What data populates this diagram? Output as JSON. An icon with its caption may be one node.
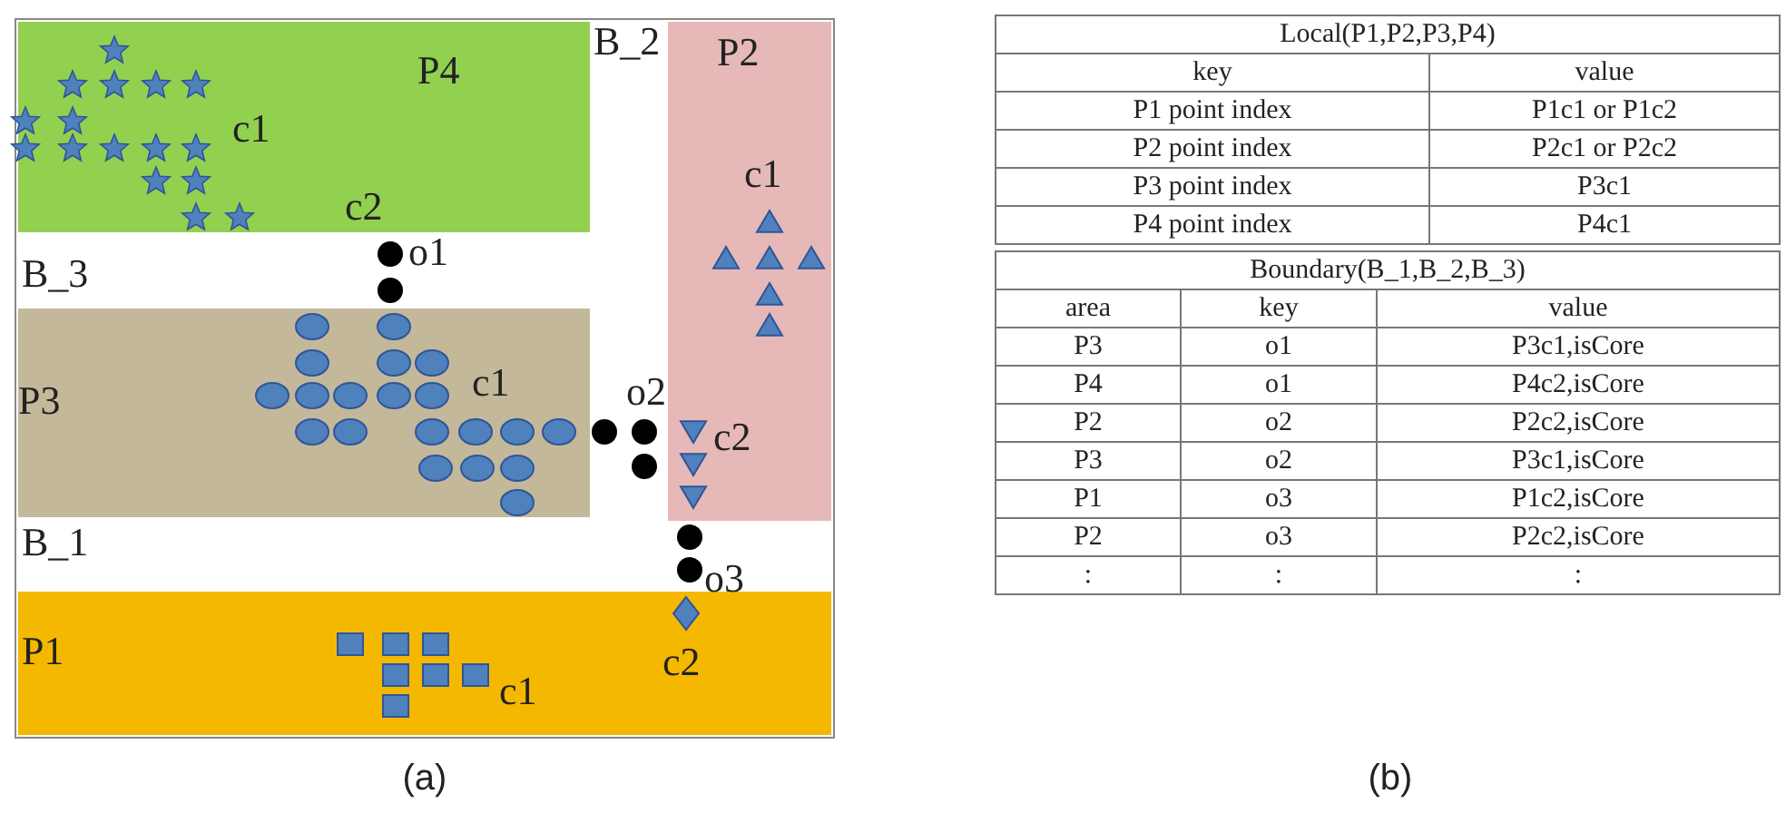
{
  "diagram": {
    "nodes": [
      {
        "text": [
          "P4",
          "c1",
          "c2"
        ]
      },
      {
        "text": [
          "P2",
          "c1",
          "c2"
        ]
      },
      {
        "text": [
          "P3",
          "c1"
        ]
      },
      {
        "text": [
          "P1",
          "c1",
          "c2"
        ]
      }
    ],
    "labels": [
      "B_2",
      "o1",
      "B_3",
      "o2",
      "B_1",
      "o3",
      "(a)",
      "Local(P1,P2,P3,P4)",
      "key",
      "value",
      "P1 point index",
      "P1c1 or P1c2",
      "P2 point index",
      "P2c1 or P2c2",
      "P3 point index",
      "P3c1",
      "P4 point index",
      "P4c1",
      "Boundary(B_1,B_2,B_3)",
      "area",
      "key",
      "value",
      "P3",
      "o1",
      "P3c1,isCore",
      "P4",
      "o1",
      "P4c2,isCore",
      "P2",
      "o2",
      "P2c2,isCore",
      "P3",
      "o2",
      "P3c1,isCore",
      "P1",
      "o3",
      "P1c2,isCore",
      "P2",
      "o3",
      "P2c2,isCore",
      ":",
      ":",
      ":",
      "(b)"
    ]
  }
}
